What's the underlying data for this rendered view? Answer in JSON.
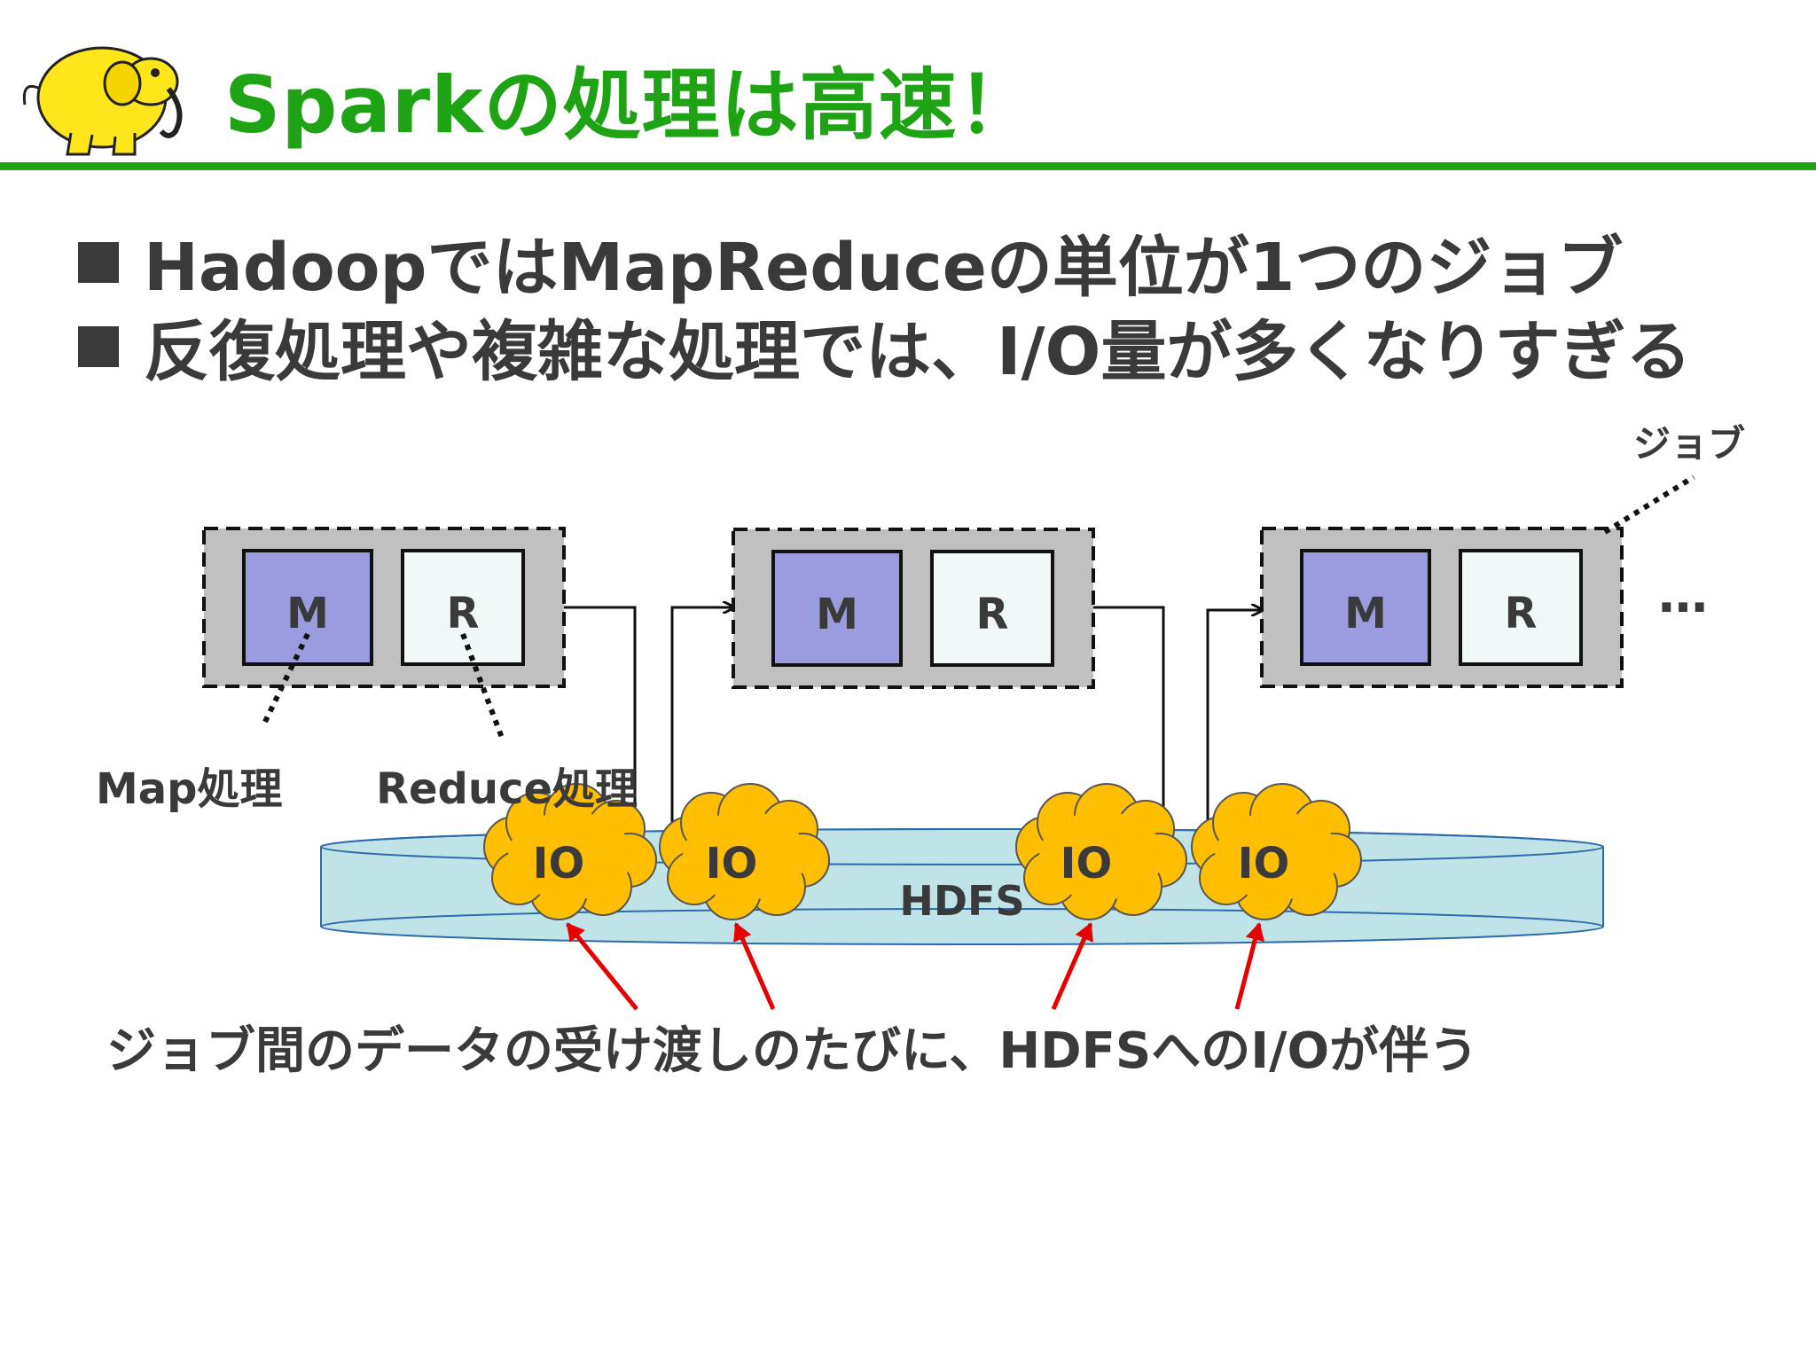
{
  "title": "Sparkの処理は高速！",
  "bullets": [
    "HadoopではMapReduceの単位が1つのジョブ",
    "反復処理や複雑な処理では、I/O量が多くなりすぎる"
  ],
  "diagram": {
    "map_box_label": "M",
    "reduce_box_label": "R",
    "job_label": "ジョブ",
    "ellipsis": "…",
    "map_caption": "Map処理",
    "reduce_caption": "Reduce処理",
    "hdfs_label": "HDFS",
    "io_label": "IO",
    "bottom_caption": "ジョブ間のデータの受け渡しのたびに、HDFSへのI/Oが伴う"
  },
  "logo": {
    "name": "hadoop-elephant-logo"
  },
  "colors": {
    "title_green": "#1ea314",
    "map_fill": "#9b9be0",
    "reduce_fill": "#f0f9f7",
    "job_fill": "#c0c0c0",
    "hdfs_fill": "#bfe3e6",
    "cloud_fill": "#ffbf00",
    "arrow_red": "#e60000"
  }
}
